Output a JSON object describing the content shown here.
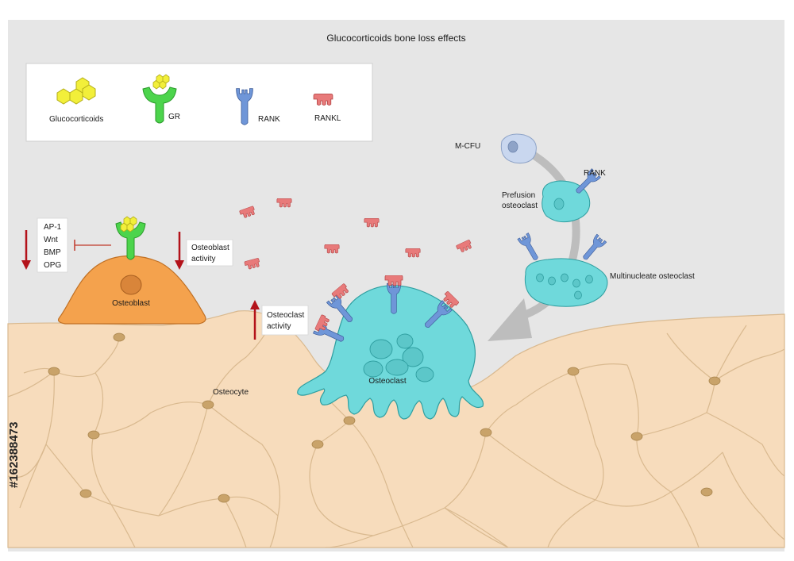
{
  "title": "Glucocorticoids bone loss effects",
  "legend": {
    "glucocorticoids": "Glucocorticoids",
    "gr": "GR",
    "rank": "RANK",
    "rankl": "RANKL"
  },
  "factors": [
    "AP-1",
    "Wnt",
    "BMP",
    "OPG"
  ],
  "labels": {
    "osteoblast": "Osteoblast",
    "osteoblast_activity": [
      "Osteoblast",
      "activity"
    ],
    "osteoclast_activity": [
      "Osteoclast",
      "activity"
    ],
    "osteoclast": "Osteoclast",
    "osteocyte": "Osteocyte",
    "mcfu": "M-CFU",
    "rank": "RANK",
    "prefusion": [
      "Prefusion",
      "osteoclast"
    ],
    "multinucleate": "Multinucleate osteoclast"
  },
  "arrows": {
    "factors_change": "down",
    "osteoblast_activity_change": "down",
    "osteoclast_activity_change": "up"
  },
  "watermark_id": "#162388473",
  "colors": {
    "background": "#e6e6e6",
    "bone": "#f7dcbc",
    "bone_line": "#d9b98f",
    "osteoblast": "#f4a24d",
    "osteoclast": "#6fd9db",
    "rank": "#6f96d8",
    "rankl": "#e87a7a",
    "gr": "#4cd44c",
    "glucocorticoid": "#f2ef3a",
    "arrow_red": "#b3121a",
    "path_arrow": "#bdbdbd"
  }
}
